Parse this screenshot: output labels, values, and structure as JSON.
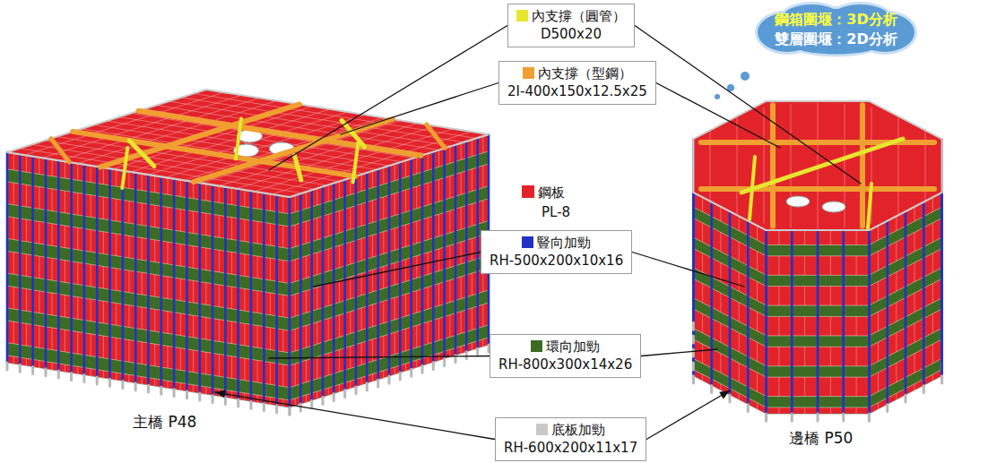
{
  "diagram": {
    "nodes": [
      {
        "text": [
          "內支撐（圓管）",
          "D500x20"
        ]
      },
      {
        "text": [
          "內支撐（型鋼）",
          "2I-400x150x12.5x25"
        ]
      },
      {
        "text": [
          "豎向加勁",
          "RH-500x200x10x16"
        ]
      },
      {
        "text": [
          "環向加勁",
          "RH-800x300x14x26"
        ]
      },
      {
        "text": [
          "底板加勁",
          "RH-600x200x11x17"
        ]
      },
      {
        "text": [
          "鋼箱圍堰：3D分析",
          "雙層圍堰：2D分析"
        ]
      }
    ],
    "labels": [
      "PL-8",
      "主橋 P48",
      "邊橋 P50"
    ],
    "legend": [
      {
        "text": "鋼板",
        "color": "#e3232a"
      }
    ]
  }
}
